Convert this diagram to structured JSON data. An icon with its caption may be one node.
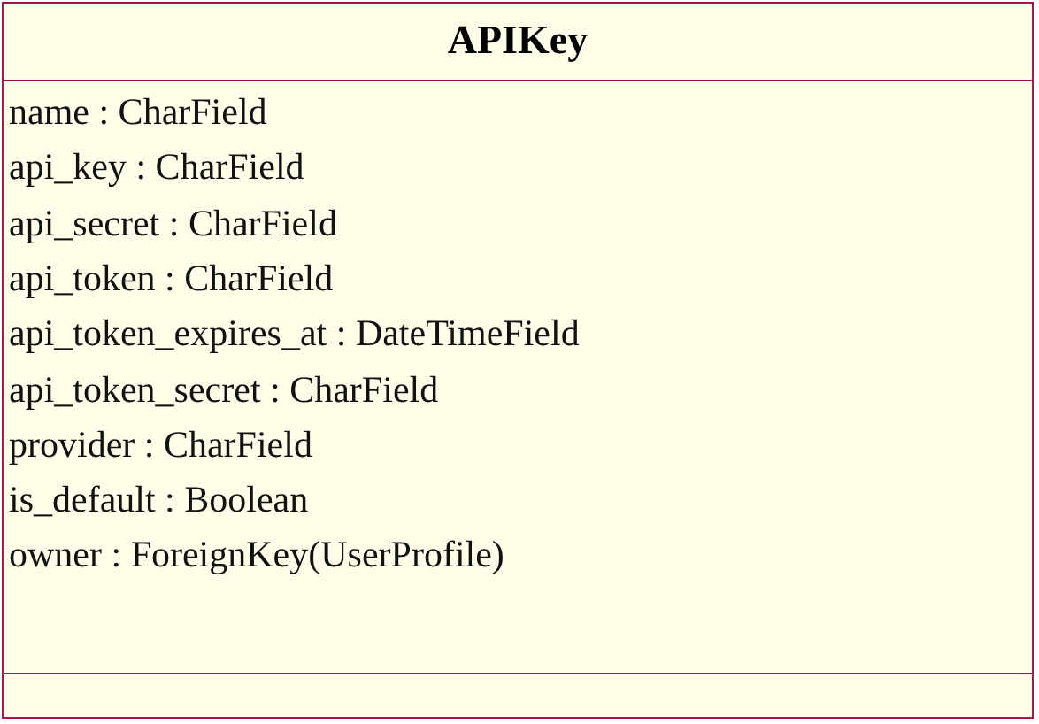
{
  "diagram": {
    "nodes": [
      {
        "text": [
          "APIKey",
          "name : CharField",
          "api_key : CharField",
          "api_secret : CharField",
          "api_token : CharField",
          "api_token_expires_at : DateTimeField",
          "api_token_secret : CharField",
          "provider : CharField",
          "is_default : Boolean",
          "owner : ForeignKey(UserProfile)"
        ]
      }
    ]
  }
}
